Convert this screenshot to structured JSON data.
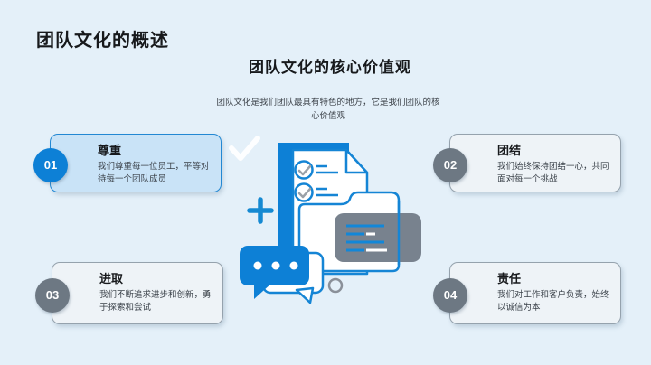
{
  "slide": {
    "title": "团队文化的概述",
    "section_title": "团队文化的核心价值观",
    "subtitle": "团队文化是我们团队最具有特色的地方，它是我们团队的核心价值观"
  },
  "cards": [
    {
      "number": "01",
      "title": "尊重",
      "description": "我们尊重每一位员工，平等对待每一个团队成员",
      "highlighted": true
    },
    {
      "number": "02",
      "title": "团结",
      "description": "我们始终保持团结一心，共同面对每一个挑战",
      "highlighted": false
    },
    {
      "number": "03",
      "title": "进取",
      "description": "我们不断追求进步和创新，勇于探索和尝试",
      "highlighted": false
    },
    {
      "number": "04",
      "title": "责任",
      "description": "我们对工作和客户负责，始终以诚信为本",
      "highlighted": false
    }
  ],
  "illustration": {
    "icons": [
      "checkmark-icon",
      "plus-icon",
      "checklist-document-icon",
      "folder-icon",
      "code-panel",
      "chat-bubbles-icon",
      "circle-icon"
    ]
  },
  "colors": {
    "background": "#e4f0f9",
    "accent_blue": "#0d80d6",
    "highlight_card_bg": "#c9e3f7",
    "highlight_card_border": "#2388d3",
    "card_bg": "#eef3f7",
    "card_border_gray": "#95a2ad",
    "badge_gray": "#6d7883",
    "panel_gray": "#78828e",
    "text_dark": "#17191c"
  }
}
